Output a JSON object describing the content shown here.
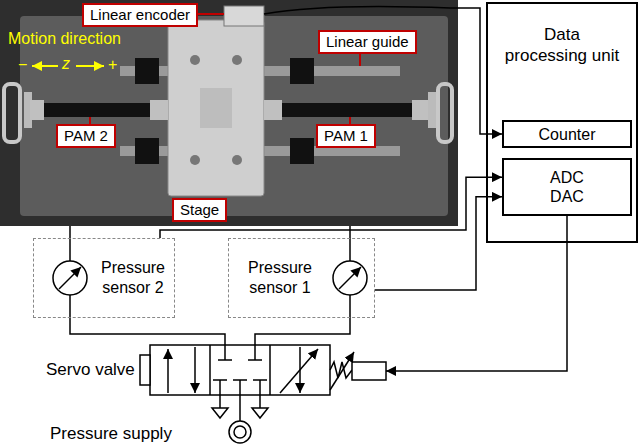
{
  "diagram": {
    "nodes": [
      {
        "text": [
          "Linear encoder"
        ]
      },
      {
        "text": [
          "Linear guide"
        ]
      },
      {
        "text": [
          "PAM 2"
        ]
      },
      {
        "text": [
          "Stage"
        ]
      },
      {
        "text": [
          "PAM 1"
        ]
      },
      {
        "text": [
          "Data processing unit"
        ]
      },
      {
        "text": [
          "Counter"
        ],
        "in": 5
      },
      {
        "text": [
          "ADC DAC"
        ],
        "in": 5
      },
      {
        "text": [
          "Pressure sensor 2"
        ]
      },
      {
        "text": [
          "Pressure sensor 1"
        ]
      }
    ],
    "edges": [
      {
        "from": 8,
        "to": 7,
        "arrow": "to"
      },
      {
        "from": 9,
        "to": 7,
        "arrow": "to"
      }
    ],
    "labels": [
      "Motion direction",
      "−",
      "z",
      "+",
      "Servo valve",
      "Pressure supply"
    ]
  }
}
